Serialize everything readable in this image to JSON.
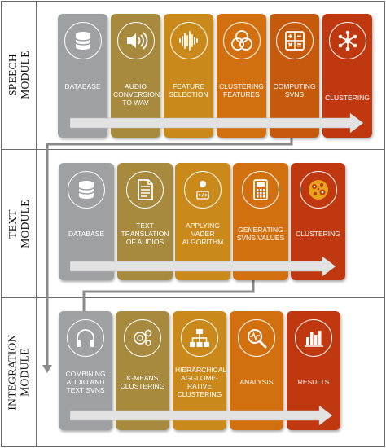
{
  "colors": {
    "gray": "#9fa0a2",
    "olive": "#a88a3e",
    "gold": "#c98a1b",
    "amber": "#d26f0f",
    "orange": "#c65a0c",
    "red": "#c0380f",
    "arrow": "#e2e2e2",
    "connector": "#8a8a8a",
    "border": "#6b6b6b"
  },
  "modules": [
    {
      "label": "SPEECH\nMODULE",
      "steps": [
        {
          "label": "DATABASE",
          "icon": "database-icon"
        },
        {
          "label": "AUDIO\nCONVERSION\nTO WAV",
          "icon": "speaker-icon"
        },
        {
          "label": "FEATURE\nSELECTION",
          "icon": "waveform-icon"
        },
        {
          "label": "CLUSTERING\nFEATURES",
          "icon": "venn-icon"
        },
        {
          "label": "COMPUTING\nSVNS",
          "icon": "calculator-icon"
        },
        {
          "label": "CLUSTERING",
          "icon": "network-icon"
        }
      ]
    },
    {
      "label": "TEXT\nMODULE",
      "steps": [
        {
          "label": "DATABASE",
          "icon": "database-icon"
        },
        {
          "label": "TEXT\nTRANSLATION\nOF AUDIOS",
          "icon": "document-icon"
        },
        {
          "label": "APPLYING\nVADER\nALGORITHM",
          "icon": "coder-icon"
        },
        {
          "label": "GENERATING\nSVNS VALUES",
          "icon": "calculator-icon"
        },
        {
          "label": "CLUSTERING",
          "icon": "cluster-dots-icon"
        }
      ]
    },
    {
      "label": "INTEGRATION\nMODULE",
      "steps": [
        {
          "label": "COMBINING\nAUDIO AND\nTEXT SVNS",
          "icon": "headphones-icon"
        },
        {
          "label": "K-MEANS\nCLUSTERING",
          "icon": "bubbles-icon"
        },
        {
          "label": "HIERARCHICAL\nAGGLOME-\nRATIVE\nCLUSTERING",
          "icon": "hierarchy-icon"
        },
        {
          "label": "ANALYSIS",
          "icon": "magnifier-icon"
        },
        {
          "label": "RESULTS",
          "icon": "bar-chart-icon"
        }
      ]
    }
  ]
}
